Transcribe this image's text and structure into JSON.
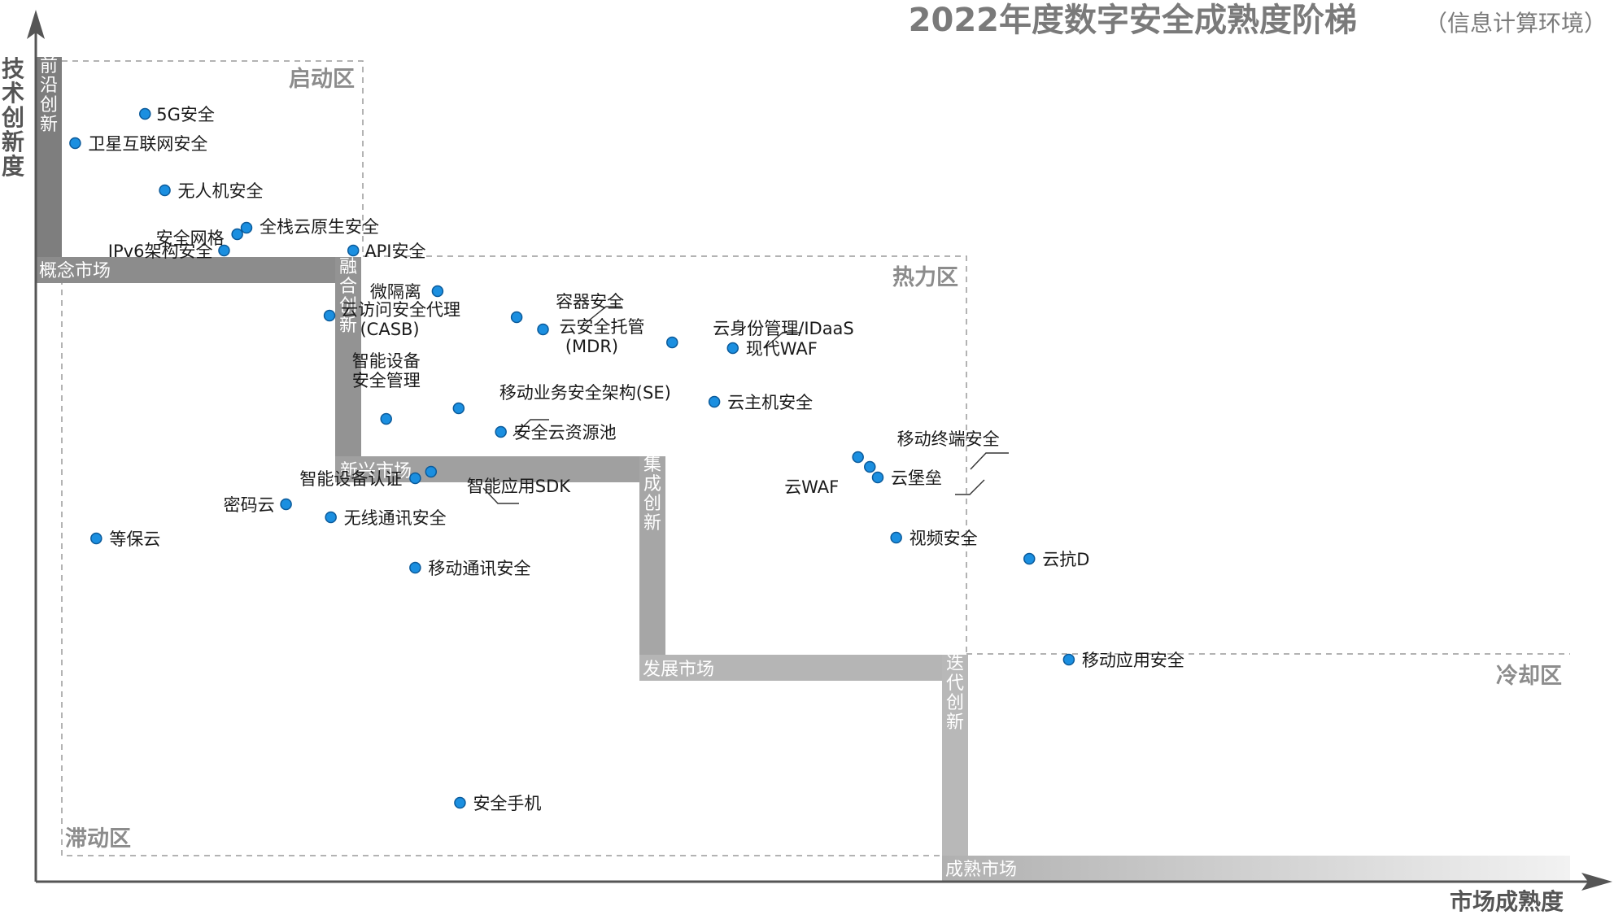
{
  "title": "2022年度数字安全成熟度阶梯",
  "subtitle": "（信息计算环境）",
  "colors": {
    "dot": "#1b8fe0",
    "dot_stroke": "#0b5a9a",
    "step_dark": "#8a8a8a",
    "step_light": "#c9c9c9",
    "axis": "#555555",
    "zone_border": "#9a9a9a",
    "zone_text": "#8c8c8c",
    "title": "#7a7a7a"
  },
  "chart_data": {
    "type": "scatter",
    "xlabel": "市场成熟度",
    "ylabel": "技术创新度",
    "xlim": [
      0,
      100
    ],
    "ylim": [
      0,
      100
    ],
    "grid": false,
    "legend": "none",
    "zones": [
      "启动区",
      "热力区",
      "冷却区",
      "滞动区"
    ],
    "stages": [
      "概念市场",
      "新兴市场",
      "发展市场",
      "成熟市场"
    ],
    "innovations": [
      "前沿创新",
      "融合创新",
      "集成创新",
      "迭代创新"
    ],
    "points": [
      {
        "label": "5G安全",
        "x": 7.3,
        "y": 91.5
      },
      {
        "label": "卫星互联网安全",
        "x": 2.0,
        "y": 87.9
      },
      {
        "label": "无人机安全",
        "x": 8.8,
        "y": 82.1
      },
      {
        "label": "全栈云原生安全",
        "x": 15.0,
        "y": 77.5
      },
      {
        "label": "安全网格",
        "x": 14.3,
        "y": 76.7
      },
      {
        "label": "IPv6架构安全",
        "x": 13.3,
        "y": 74.7
      },
      {
        "label": "API安全",
        "x": 23.1,
        "y": 74.7
      },
      {
        "label": "微隔离",
        "x": 29.5,
        "y": 69.7
      },
      {
        "label": "云访问安全代理 (CASB)",
        "x": 21.3,
        "y": 66.7
      },
      {
        "label": "容器安全",
        "x": 35.5,
        "y": 66.5
      },
      {
        "label": "云安全托管 (MDR)",
        "x": 37.5,
        "y": 65.0
      },
      {
        "label": "云身份管理/IDaaS",
        "x": 47.3,
        "y": 63.4
      },
      {
        "label": "现代WAF",
        "x": 51.9,
        "y": 62.7
      },
      {
        "label": "智能设备安全管理",
        "x": 25.6,
        "y": 54.0
      },
      {
        "label": "移动业务安全架构(SE)",
        "x": 31.1,
        "y": 55.3
      },
      {
        "label": "云主机安全",
        "x": 50.5,
        "y": 56.1
      },
      {
        "label": "安全云资源池",
        "x": 34.3,
        "y": 52.4
      },
      {
        "label": "移动终端安全",
        "x": 61.4,
        "y": 49.3
      },
      {
        "label": "云WAF",
        "x": 62.3,
        "y": 48.1
      },
      {
        "label": "云堡垒",
        "x": 62.9,
        "y": 46.8
      },
      {
        "label": "智能应用SDK",
        "x": 29.0,
        "y": 47.5
      },
      {
        "label": "智能设备认证",
        "x": 27.8,
        "y": 46.7
      },
      {
        "label": "密码云",
        "x": 18.0,
        "y": 43.5
      },
      {
        "label": "无线通讯安全",
        "x": 21.4,
        "y": 41.9
      },
      {
        "label": "等保云",
        "x": 3.6,
        "y": 39.3
      },
      {
        "label": "视频安全",
        "x": 64.3,
        "y": 39.4
      },
      {
        "label": "云抗D",
        "x": 74.4,
        "y": 36.8
      },
      {
        "label": "移动通讯安全",
        "x": 27.8,
        "y": 35.7
      },
      {
        "label": "移动应用安全",
        "x": 77.4,
        "y": 24.4
      },
      {
        "label": "安全手机",
        "x": 31.2,
        "y": 6.8
      }
    ]
  }
}
